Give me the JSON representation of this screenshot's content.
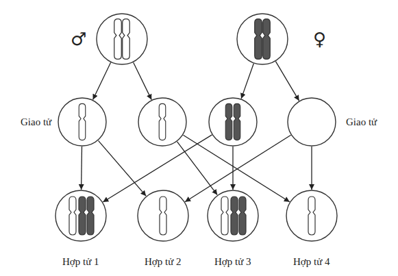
{
  "diagram": {
    "nodes": [
      {
        "text": [
          "♂"
        ]
      },
      {
        "text": [
          "♀"
        ]
      },
      {
        "text": [
          "Giao tử"
        ]
      },
      {
        "text": []
      },
      {
        "text": []
      },
      {
        "text": [
          "Giao tử"
        ]
      },
      {
        "text": [
          "Hợp tử 1"
        ]
      },
      {
        "text": [
          "Hợp tử 2"
        ]
      },
      {
        "text": [
          "Hợp tử 3"
        ]
      },
      {
        "text": [
          "Hợp tử 4"
        ]
      }
    ],
    "edges": [
      {
        "from": 0,
        "to": 2,
        "arrow": "to"
      },
      {
        "from": 0,
        "to": 3,
        "arrow": "to"
      },
      {
        "from": 1,
        "to": 4,
        "arrow": "to"
      },
      {
        "from": 1,
        "to": 5,
        "arrow": "to"
      },
      {
        "from": 2,
        "to": 6,
        "arrow": "to"
      },
      {
        "from": 2,
        "to": 7,
        "arrow": "to"
      },
      {
        "from": 3,
        "to": 8,
        "arrow": "to"
      },
      {
        "from": 3,
        "to": 9,
        "arrow": "to"
      },
      {
        "from": 4,
        "to": 6,
        "arrow": "to"
      },
      {
        "from": 4,
        "to": 8,
        "arrow": "to"
      },
      {
        "from": 5,
        "to": 7,
        "arrow": "to"
      },
      {
        "from": 5,
        "to": 9,
        "arrow": "to"
      }
    ]
  }
}
